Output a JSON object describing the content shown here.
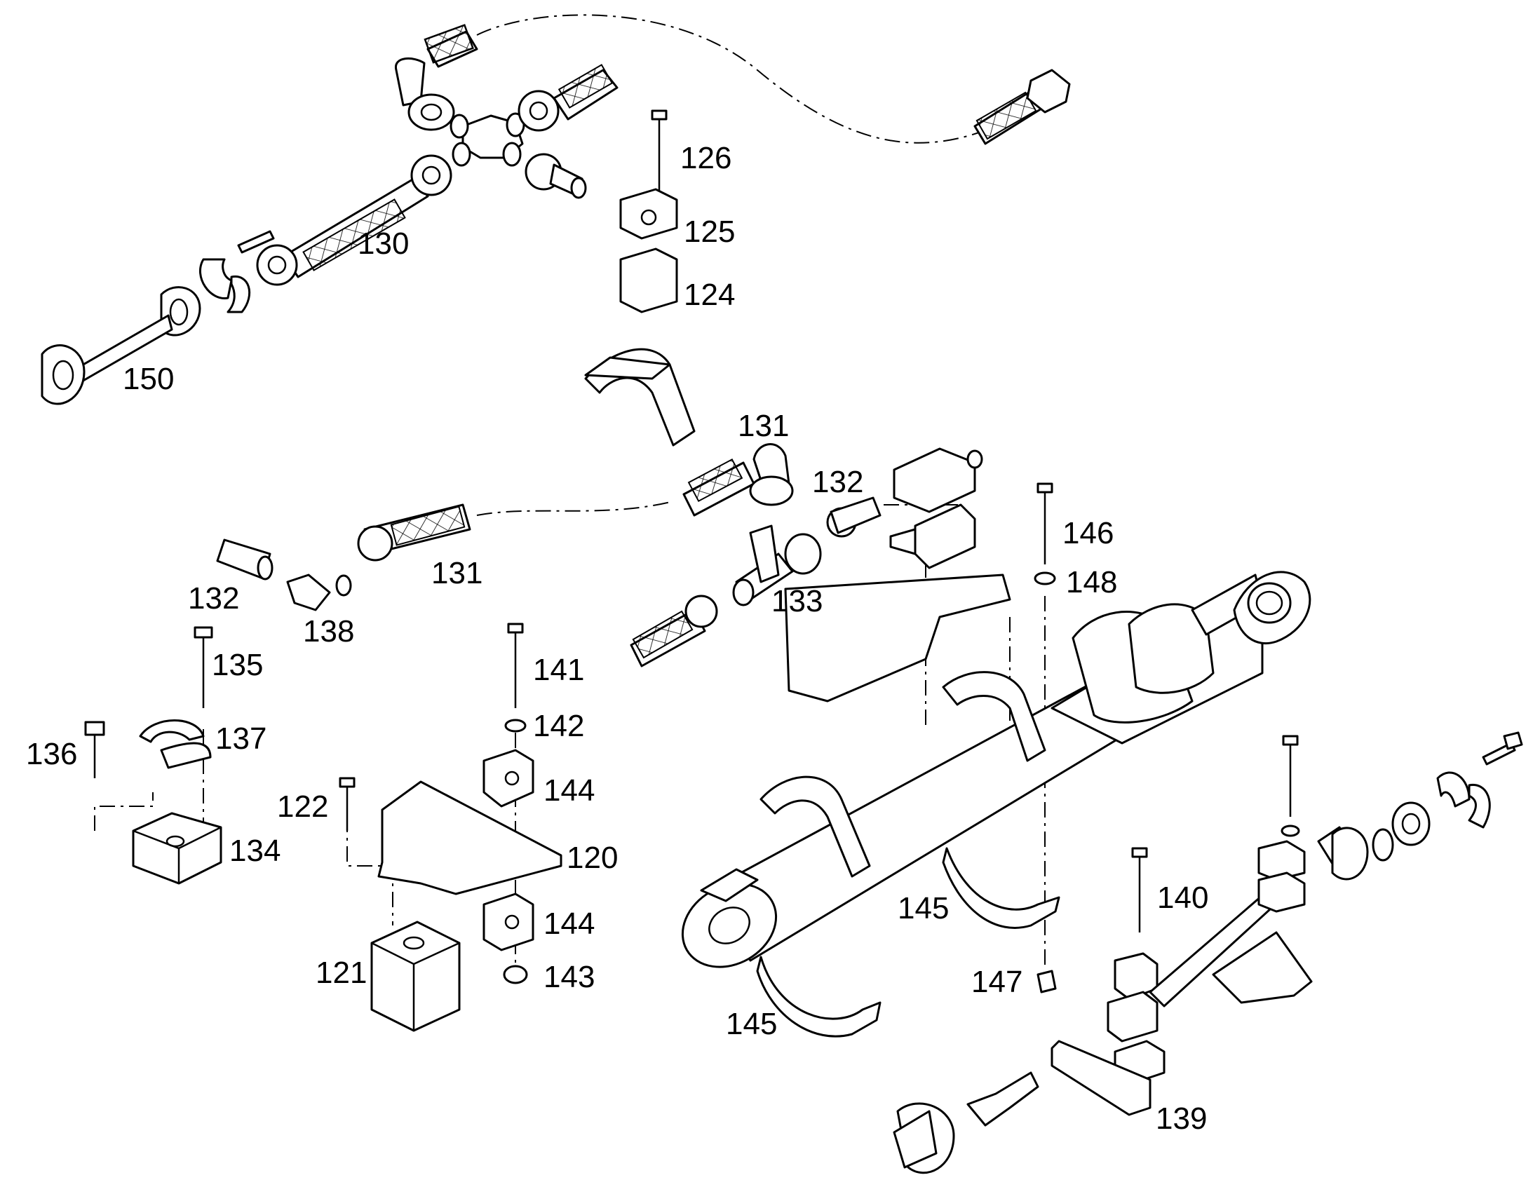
{
  "diagram": {
    "labels": {
      "p120": "120",
      "p121": "121",
      "p122": "122",
      "p124": "124",
      "p125": "125",
      "p126": "126",
      "p130": "130",
      "p131a": "131",
      "p131b": "131",
      "p132a": "132",
      "p132b": "132",
      "p133": "133",
      "p134": "134",
      "p135": "135",
      "p136": "136",
      "p137": "137",
      "p138": "138",
      "p139": "139",
      "p140": "140",
      "p141": "141",
      "p142": "142",
      "p143": "143",
      "p144a": "144",
      "p144b": "144",
      "p145a": "145",
      "p145b": "145",
      "p146": "146",
      "p147": "147",
      "p148": "148",
      "p150": "150"
    }
  }
}
